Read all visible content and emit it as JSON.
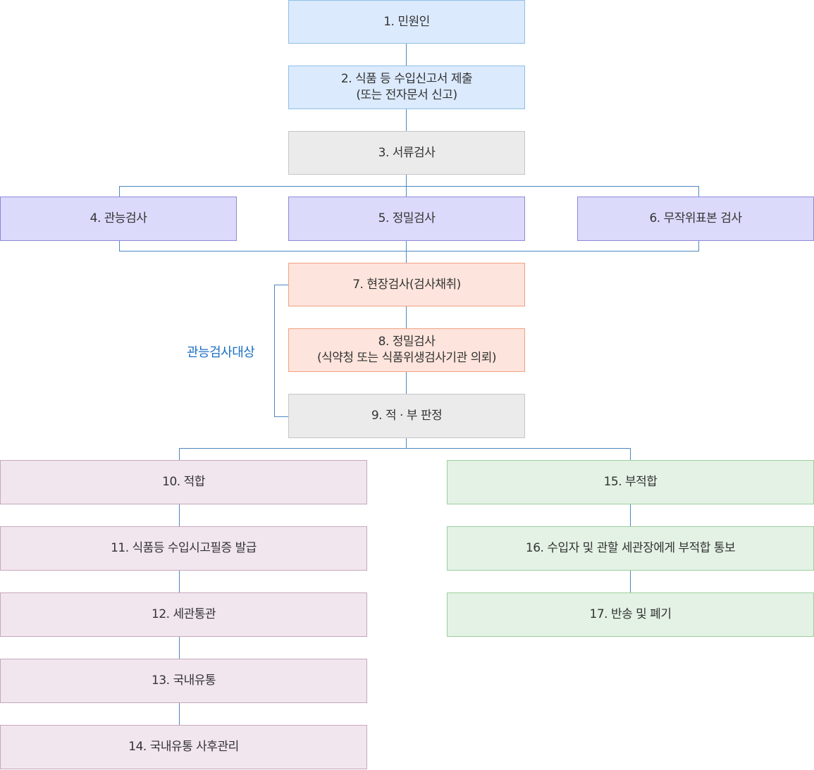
{
  "steps": {
    "s1": {
      "line1": "1. 민원인"
    },
    "s2": {
      "line1": "2. 식품 등 수입신고서 제출",
      "line2": "(또는 전자문서 신고)"
    },
    "s3": {
      "line1": "3. 서류검사"
    },
    "s4": {
      "line1": "4. 관능검사"
    },
    "s5": {
      "line1": "5. 정밀검사"
    },
    "s6": {
      "line1": "6. 무작위표본 검사"
    },
    "s7": {
      "line1": "7. 현장검사(검사채취)"
    },
    "s8": {
      "line1": "8. 정밀검사",
      "line2": "(식약청 또는 식품위생검사기관 의뢰)"
    },
    "s9": {
      "line1": "9. 적 · 부 판정"
    },
    "s10": {
      "line1": "10. 적합"
    },
    "s11": {
      "line1": "11. 식품등 수입시고필증 발급"
    },
    "s12": {
      "line1": "12. 세관통관"
    },
    "s13": {
      "line1": "13. 국내유통"
    },
    "s14": {
      "line1": "14. 국내유통 사후관리"
    },
    "s15": {
      "line1": "15. 부적합"
    },
    "s16": {
      "line1": "16. 수입자 및 관할 세관장에게 부적합 통보"
    },
    "s17": {
      "line1": "17. 반송 및 폐기"
    }
  },
  "side_label": "관능검사대상",
  "colors": {
    "connector": "#4d88bf",
    "side_label": "#1a6fc2",
    "blue_fill": "#dbeafd",
    "gray_fill": "#ebebeb",
    "purple_fill": "#dbdafb",
    "salmon_fill": "#fde4dc",
    "pink_fill": "#f1e6ee",
    "green_fill": "#e3f2e4"
  }
}
